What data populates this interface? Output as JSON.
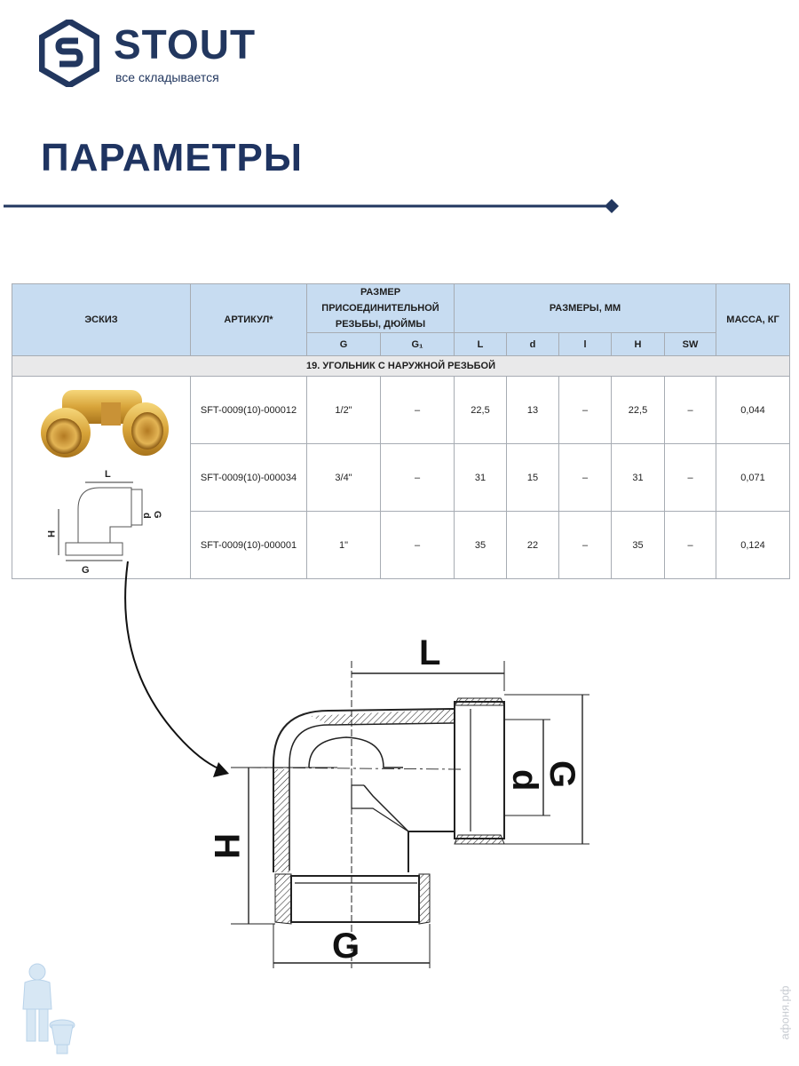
{
  "brand": {
    "name": "STOUT",
    "slogan": "все складывается",
    "color": "#22375f"
  },
  "page_title": "ПАРАМЕТРЫ",
  "table": {
    "headers": {
      "sketch": "ЭСКИЗ",
      "article": "АРТИКУЛ*",
      "thread_size": "РАЗМЕР ПРИСОЕДИНИТЕЛЬНОЙ РЕЗЬБЫ, ДЮЙМЫ",
      "dimensions": "РАЗМЕРЫ, ММ",
      "mass": "МАССА, КГ",
      "sub": [
        "G",
        "G₁",
        "L",
        "d",
        "l",
        "H",
        "SW"
      ]
    },
    "section_title": "19. УГОЛЬНИК С НАРУЖНОЙ РЕЗЬБОЙ",
    "rows": [
      {
        "article": "SFT-0009(10)-000012",
        "G": "1/2\"",
        "G1": "–",
        "L": "22,5",
        "d": "13",
        "l": "–",
        "H": "22,5",
        "SW": "–",
        "mass": "0,044"
      },
      {
        "article": "SFT-0009(10)-000034",
        "G": "3/4\"",
        "G1": "–",
        "L": "31",
        "d": "15",
        "l": "–",
        "H": "31",
        "SW": "–",
        "mass": "0,071"
      },
      {
        "article": "SFT-0009(10)-000001",
        "G": "1\"",
        "G1": "–",
        "L": "35",
        "d": "22",
        "l": "–",
        "H": "35",
        "SW": "–",
        "mass": "0,124"
      }
    ],
    "header_bg": "#c7dcf1",
    "section_bg": "#e9e9ea"
  },
  "drawing_labels": {
    "L": "L",
    "d": "d",
    "G": "G",
    "H": "H"
  },
  "watermark": "афоня.рф"
}
